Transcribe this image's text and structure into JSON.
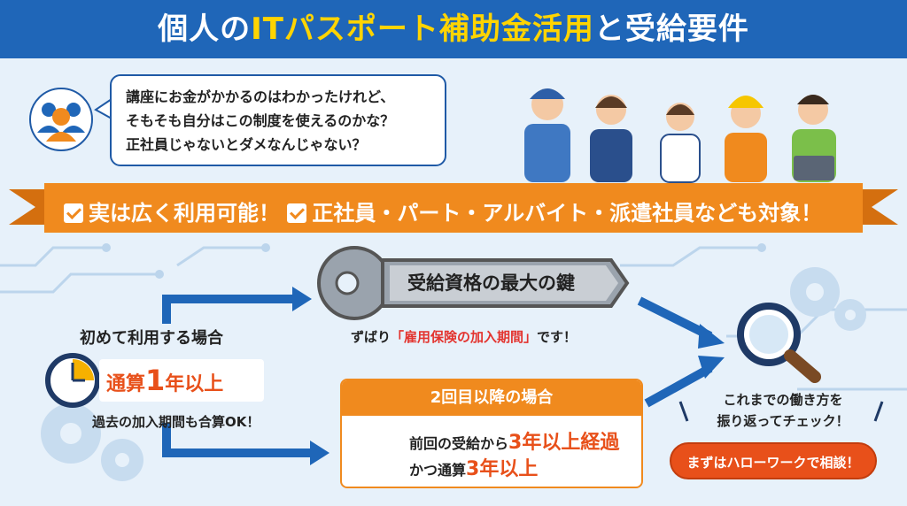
{
  "header": {
    "title_part1": "個人の",
    "title_highlight": "ITパスポート補助金活用",
    "title_part2": "と受給要件"
  },
  "speech": {
    "line1": "講座にお金がかかるのはわかったけれど、",
    "line2": "そもそも自分はこの制度を使えるのかな？",
    "line3": "正社員じゃないとダメなんじゃない？"
  },
  "ribbon": {
    "item1": "実は広く利用可能！",
    "item2": "正社員・パート・アルバイト・派遣社員なども対象！"
  },
  "key": {
    "title": "受給資格の最大の鍵",
    "sub_prefix": "ずばり",
    "sub_highlight": "「雇用保険の加入期間」",
    "sub_suffix": "です！"
  },
  "first_use": {
    "title": "初めて利用する場合",
    "cond_prefix": "通算",
    "cond_number": "1",
    "cond_suffix": "年以上",
    "note": "過去の加入期間も合算OK！"
  },
  "second_use": {
    "title": "2回目以降の場合",
    "line1_prefix": "前回の受給から",
    "line1_highlight": "3年以上経過",
    "line2_prefix": "かつ通算",
    "line2_highlight": "3年以上"
  },
  "check": {
    "line1": "これまでの働き方を",
    "line2": "振り返ってチェック！"
  },
  "cta": {
    "label": "まずはハローワークで相談！"
  },
  "icons": [
    "people-icon",
    "check-icon",
    "key-icon",
    "clock-icon",
    "magnifier-icon",
    "gear-icon"
  ],
  "colors": {
    "header_bg": "#1f66b8",
    "header_highlight": "#ffd400",
    "ribbon": "#f08a1e",
    "accent_red": "#e8501a",
    "background": "#e7f1fa",
    "arrow_blue": "#1f66b8"
  }
}
